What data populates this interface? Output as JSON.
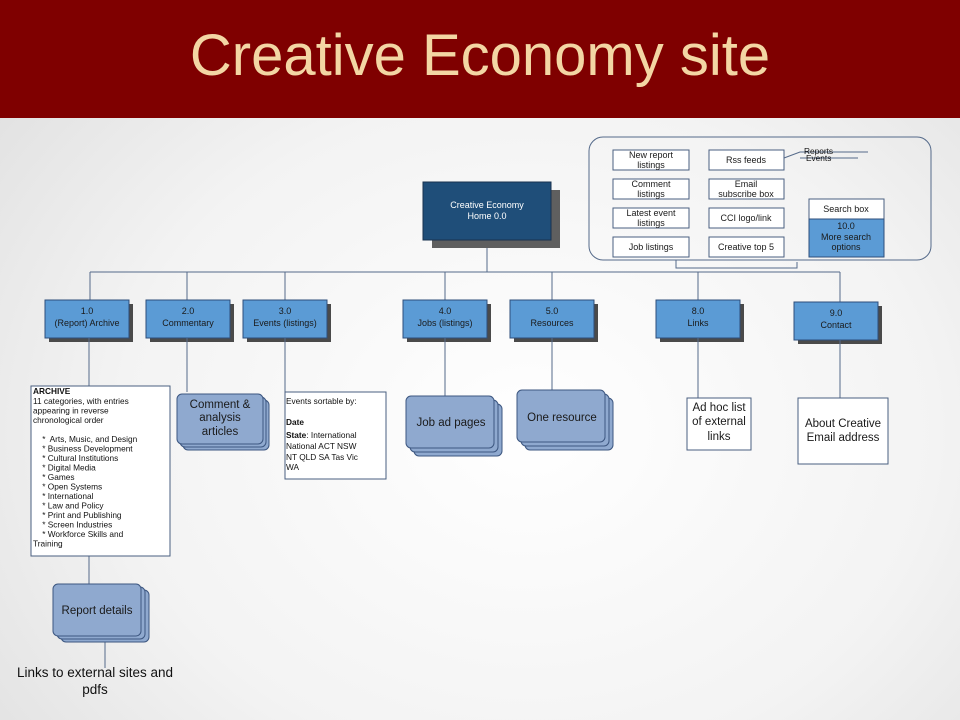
{
  "title": "Creative Economy site",
  "home": {
    "line1": "Creative Economy",
    "line2": "Home  0.0"
  },
  "header_panel": {
    "left": [
      [
        "New report",
        "listings"
      ],
      [
        "Comment",
        "listings"
      ],
      [
        "Latest event",
        "listings"
      ],
      [
        "Job listings"
      ]
    ],
    "right": [
      [
        "Rss feeds"
      ],
      [
        "Email",
        "subscribe box"
      ],
      [
        "CCI logo/link"
      ],
      [
        "Creative top 5"
      ]
    ],
    "search_box": "Search box",
    "more_search": [
      "10.0",
      "More search",
      "options"
    ],
    "rss_children": [
      "Reports",
      "Events"
    ]
  },
  "sections": [
    {
      "num": "1.0",
      "label": "(Report) Archive"
    },
    {
      "num": "2.0",
      "label": "Commentary"
    },
    {
      "num": "3.0",
      "label": "Events (listings)"
    },
    {
      "num": "4.0",
      "label": "Jobs (listings)"
    },
    {
      "num": "5.0",
      "label": "Resources"
    },
    {
      "num": "8.0",
      "label": "Links"
    },
    {
      "num": "9.0",
      "label": "Contact"
    }
  ],
  "archive_note": {
    "heading": "ARCHIVE",
    "lines": [
      "11 categories, with entries",
      "appearing in reverse",
      "chronological order",
      "",
      "    *  Arts, Music, and Design",
      "    * Business Development",
      "    * Cultural Institutions",
      "    * Digital Media",
      "    * Games",
      "    * Open Systems",
      "    * International",
      "    * Law and Policy",
      "    * Print and Publishing",
      "    * Screen Industries",
      "    * Workforce Skills and",
      "Training"
    ]
  },
  "events_note": {
    "lines": [
      "Events sortable by:",
      "",
      "Date"
    ],
    "state_label": "State",
    "state_lines": [
      ": International",
      "National ACT NSW",
      "NT QLD SA Tas Vic",
      "WA"
    ]
  },
  "sub_pages": {
    "comment": [
      "Comment &",
      "analysis",
      "articles"
    ],
    "jobs": "Job ad pages",
    "resource": "One resource",
    "report": "Report details",
    "links": [
      "Ad hoc list",
      "of external",
      "links"
    ],
    "contact": [
      "About Creative",
      "Email address"
    ]
  },
  "footer_note": [
    "Links to external sites and",
    "pdfs"
  ]
}
